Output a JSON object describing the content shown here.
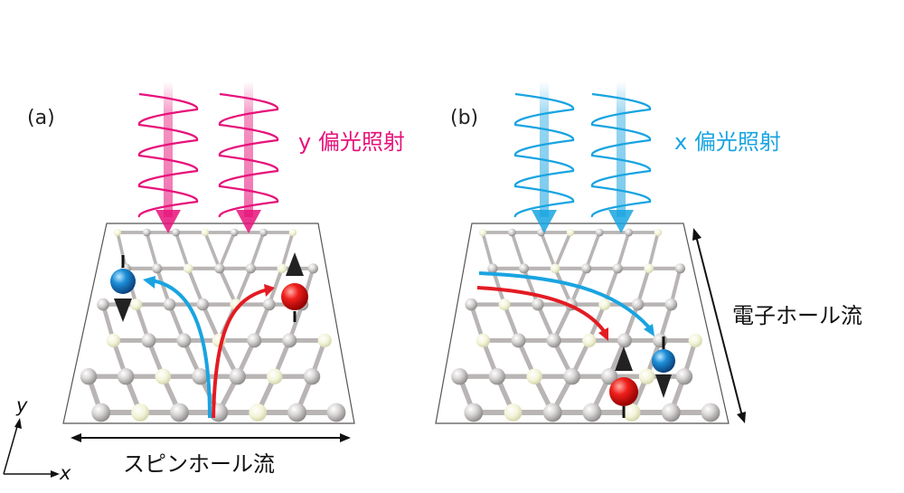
{
  "colors": {
    "magenta": "#e6127a",
    "cyan": "#19a4e1",
    "red": "#e31b23",
    "blue": "#1196d8",
    "black": "#111111",
    "text": "#222222"
  },
  "panels": [
    {
      "id": "a",
      "label": "(a)",
      "light_label": "y 偏光照射",
      "light_color": "magenta",
      "current_label": "スピンホール流",
      "icons": [
        "sinusoidal-light-wave-icon",
        "graphene-lattice-icon",
        "spin-up-electron-icon",
        "spin-down-electron-icon"
      ]
    },
    {
      "id": "b",
      "label": "(b)",
      "light_label": "x 偏光照射",
      "light_color": "cyan",
      "current_label": "電子ホール流",
      "icons": [
        "sinusoidal-light-wave-icon",
        "graphene-lattice-icon",
        "spin-up-electron-icon",
        "spin-down-electron-icon"
      ]
    }
  ],
  "axes": {
    "x_label": "x",
    "y_label": "y"
  }
}
